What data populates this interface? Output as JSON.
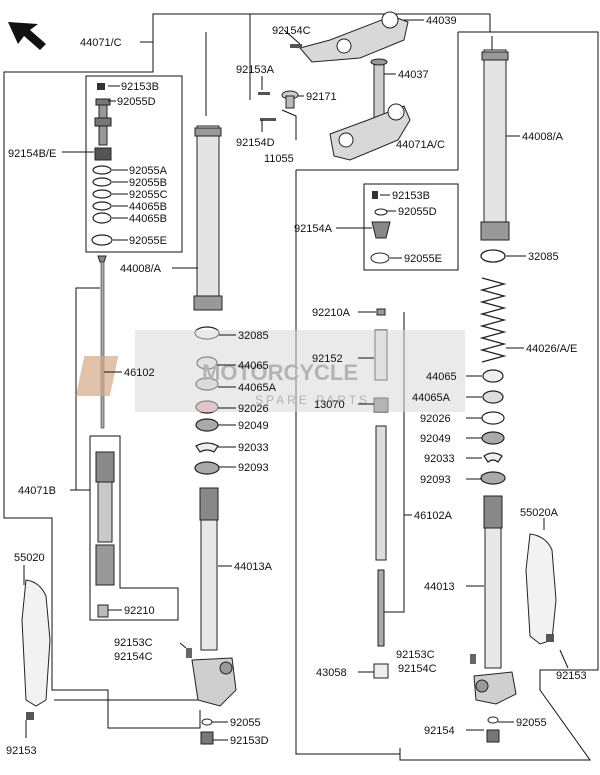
{
  "labels": {
    "l44071C": "44071/C",
    "l92153B_1": "92153B",
    "l92055D_1": "92055D",
    "l92154BE": "92154B/E",
    "l92055A": "92055A",
    "l92055B": "92055B",
    "l92055C": "92055C",
    "l44065B": "44065B",
    "l44065Bb": "44065B",
    "l92055E_1": "92055E",
    "l44008A_1": "44008/A",
    "l32085_1": "32085",
    "l44065_1": "44065",
    "l44065A_1": "44065A",
    "l92026_1": "92026",
    "l92049_1": "92049",
    "l92033_1": "92033",
    "l92093_1": "92093",
    "l46102": "46102",
    "l44071B": "44071B",
    "l44013A": "44013A",
    "l92210": "92210",
    "l55020": "55020",
    "l92153C_1": "92153C",
    "l92154C_1": "92154C",
    "l92055_1": "92055",
    "l92153D": "92153D",
    "l92153_1": "92153",
    "l92154C_top": "92154C",
    "l44039": "44039",
    "l92153A": "92153A",
    "l44037": "44037",
    "l92171": "92171",
    "l92154D": "92154D",
    "l11055": "11055",
    "l44071AC": "44071A/C",
    "l92153B_2": "92153B",
    "l92055D_2": "92055D",
    "l92154A": "92154A",
    "l92055E_2": "92055E",
    "l44008A_2": "44008/A",
    "l32085_2": "32085",
    "l44026AE": "44026/A/E",
    "l92210A": "92210A",
    "l92152": "92152",
    "l13070": "13070",
    "l44065_2": "44065",
    "l44065A_2": "44065A",
    "l92026_2": "92026",
    "l92049_2": "92049",
    "l92033_2": "92033",
    "l92093_2": "92093",
    "l46102A": "46102A",
    "l44013": "44013",
    "l55020A": "55020A",
    "l92153C_2": "92153C",
    "l92154C_2": "92154C",
    "l43058": "43058",
    "l92153_2": "92153",
    "l92154": "92154",
    "l92055_2": "92055"
  },
  "watermark": {
    "brand": "MOTORCYCLE",
    "sub": "SPARE PARTS"
  }
}
